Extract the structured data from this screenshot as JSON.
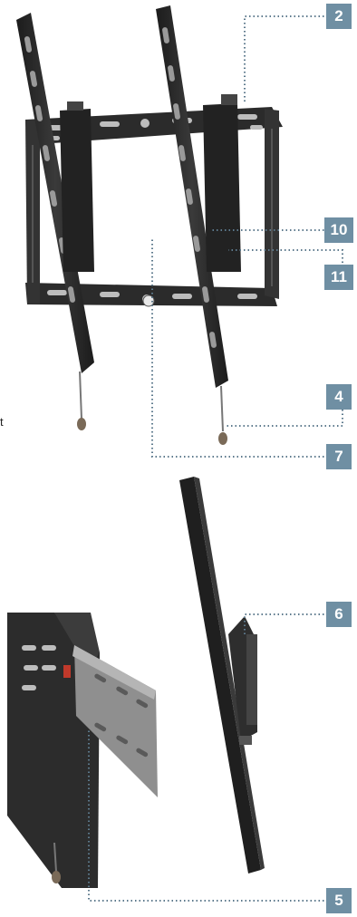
{
  "colors": {
    "callout_badge": "#6f8fa3",
    "callout_text": "#ffffff",
    "leader_line": "#5d7a8d",
    "mount_metal": "#2a2a2a"
  },
  "callouts": [
    {
      "id": "callout-2",
      "label": "2"
    },
    {
      "id": "callout-10",
      "label": "10"
    },
    {
      "id": "callout-11",
      "label": "11"
    },
    {
      "id": "callout-4",
      "label": "4"
    },
    {
      "id": "callout-7",
      "label": "7"
    },
    {
      "id": "callout-6",
      "label": "6"
    },
    {
      "id": "callout-5",
      "label": "5"
    }
  ],
  "cropped_text": "t"
}
